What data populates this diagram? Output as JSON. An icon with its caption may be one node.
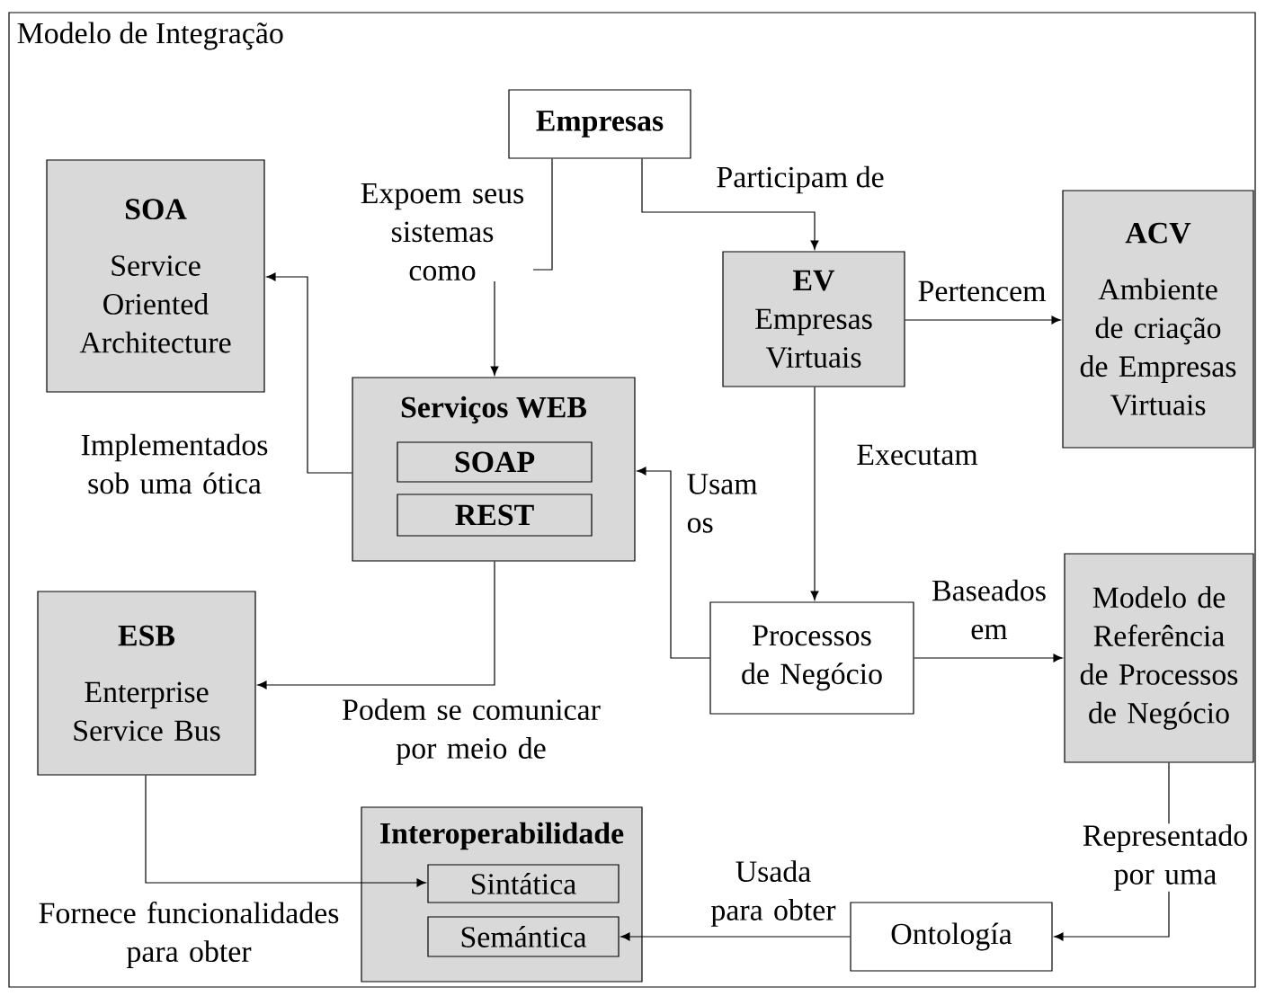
{
  "diagram": {
    "nodes": [
      {
        "text": [
          "Modelo de Integração"
        ]
      },
      {
        "text": [
          "Empresas"
        ],
        "in": 0
      },
      {
        "text": [
          "SOA",
          "Service Oriented Architecture"
        ],
        "in": 0
      },
      {
        "text": [
          "EV",
          "Empresas Virtuais"
        ],
        "in": 0
      },
      {
        "text": [
          "ACV",
          "Ambiente de criação de Empresas Virtuais"
        ],
        "in": 0
      },
      {
        "text": [
          "Serviços WEB"
        ],
        "in": 0
      },
      {
        "text": [
          "SOAP"
        ],
        "in": 5
      },
      {
        "text": [
          "REST"
        ],
        "in": 5
      },
      {
        "text": [
          "ESB",
          "Enterprise Service Bus"
        ],
        "in": 0
      },
      {
        "text": [
          "Processos de Negócio"
        ],
        "in": 0
      },
      {
        "text": [
          "Modelo de Referência de Processos de Negócio"
        ],
        "in": 0
      },
      {
        "text": [
          "Interoperabilidade"
        ],
        "in": 0
      },
      {
        "text": [
          "Sintática"
        ],
        "in": 11
      },
      {
        "text": [
          "Semántica"
        ],
        "in": 11
      },
      {
        "text": [
          "Ontología"
        ],
        "in": 0
      }
    ],
    "edges": [
      {
        "from": 1,
        "to": 5,
        "arrow": "to",
        "label": "Expoem seus sistemas como"
      },
      {
        "from": 1,
        "to": 3,
        "arrow": "to",
        "label": "Participam de"
      },
      {
        "from": 3,
        "to": 4,
        "arrow": "to",
        "label": "Pertencem"
      },
      {
        "from": 5,
        "to": 2,
        "arrow": "to",
        "label": "Implementados sob uma ótica"
      },
      {
        "from": 3,
        "to": 9,
        "arrow": "to",
        "label": "Executam"
      },
      {
        "from": 9,
        "to": 5,
        "arrow": "to",
        "label": "Usam os"
      },
      {
        "from": 9,
        "to": 10,
        "arrow": "to",
        "label": "Baseados em"
      },
      {
        "from": 5,
        "to": 8,
        "arrow": "to",
        "label": "Podem se comunicar por meio de"
      },
      {
        "from": 8,
        "to": 12,
        "arrow": "to",
        "label": "Fornece funcionalidades para obter"
      },
      {
        "from": 10,
        "to": 14,
        "arrow": "to",
        "label": "Representado por uma"
      },
      {
        "from": 14,
        "to": 13,
        "arrow": "to",
        "label": "Usada para obter"
      }
    ]
  }
}
